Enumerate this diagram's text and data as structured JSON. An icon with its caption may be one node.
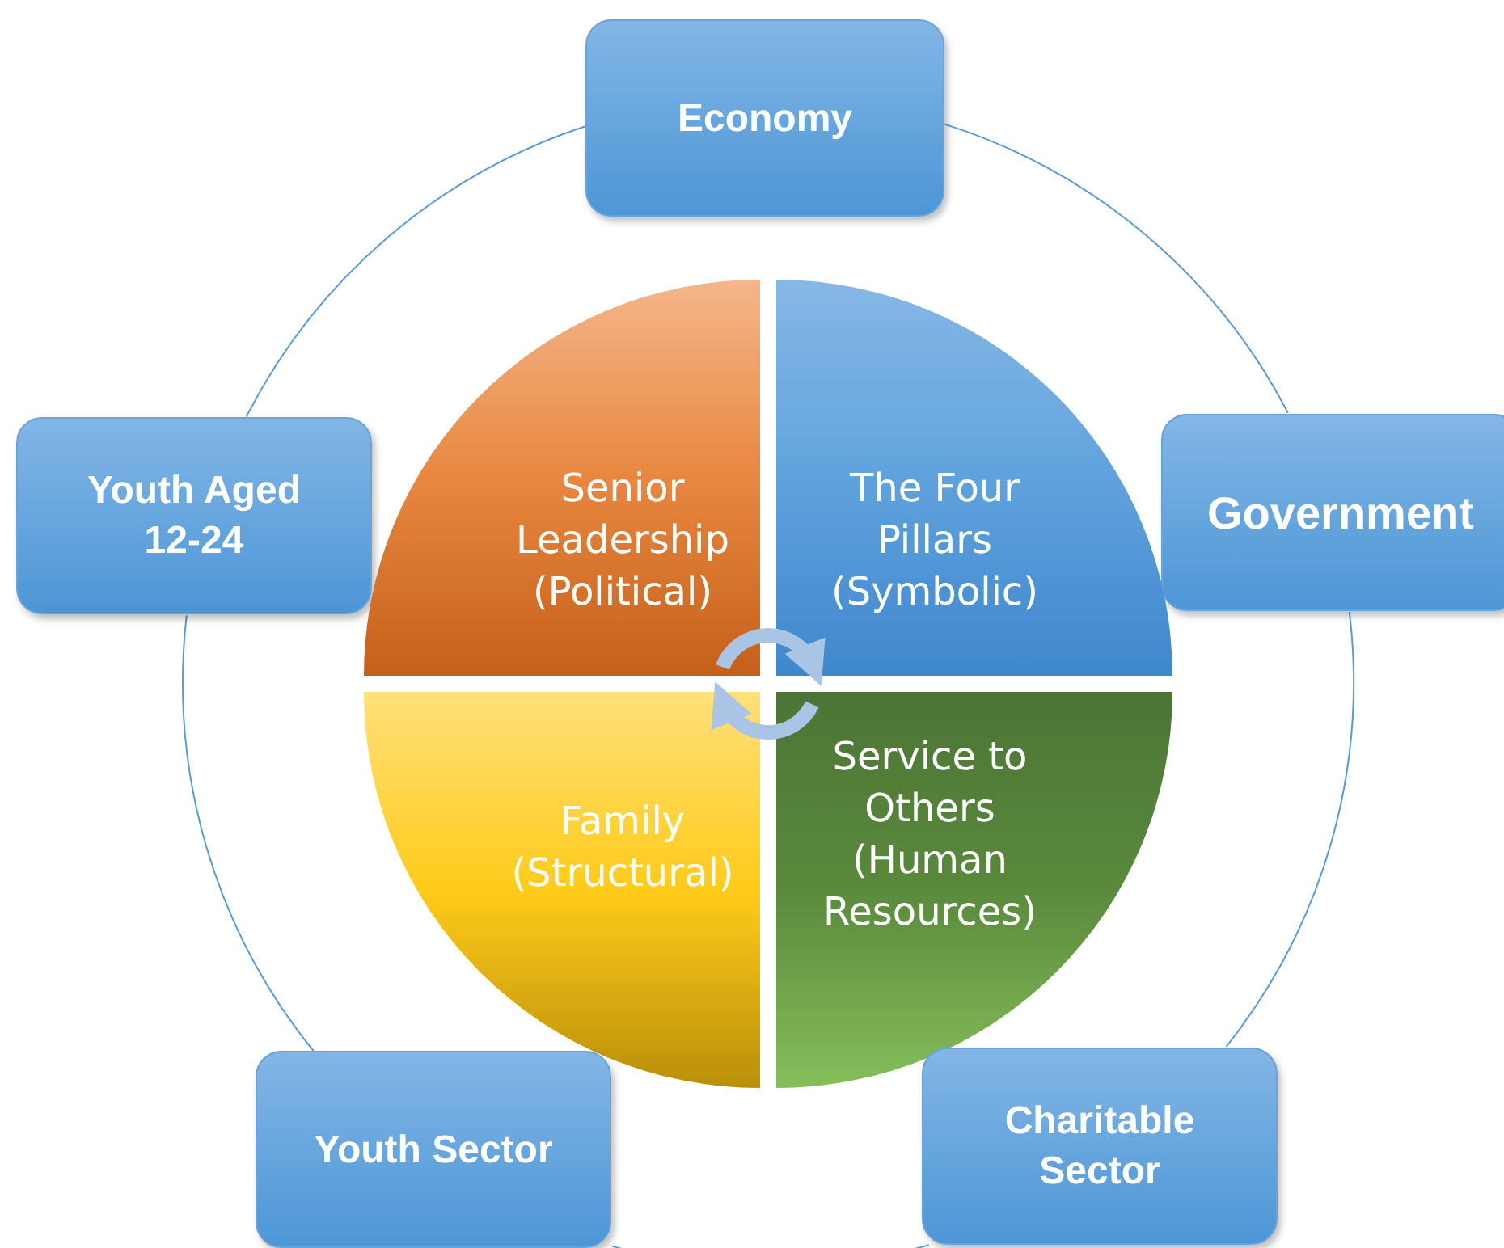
{
  "diagram": {
    "nodes": [
      {
        "text": [
          "Economy"
        ]
      },
      {
        "text": [
          "Youth Aged 12-24"
        ]
      },
      {
        "text": [
          "Government"
        ]
      },
      {
        "text": [
          "Senior Leadership (Political)"
        ]
      },
      {
        "text": [
          "The Four Pillars (Symbolic)"
        ]
      },
      {
        "text": [
          "Service to Others (Human Resources)"
        ]
      },
      {
        "text": [
          "Family (Structural)"
        ]
      },
      {
        "text": [
          "Charitable Sector"
        ]
      },
      {
        "text": [
          "Youth Sector"
        ]
      }
    ],
    "edges": [
      {
        "from": 0,
        "to": 2,
        "arrow": "none"
      },
      {
        "from": 2,
        "to": 7,
        "arrow": "none"
      },
      {
        "from": 7,
        "to": 8,
        "arrow": "none"
      },
      {
        "from": 8,
        "to": 1,
        "arrow": "none"
      },
      {
        "from": 1,
        "to": 0,
        "arrow": "none"
      },
      {
        "from": 3,
        "to": 4,
        "arrow": "to",
        "style": "thick",
        "color": "#a9c4e4"
      },
      {
        "from": 5,
        "to": 6,
        "arrow": "to",
        "style": "thick",
        "color": "#a9c4e4"
      }
    ]
  }
}
